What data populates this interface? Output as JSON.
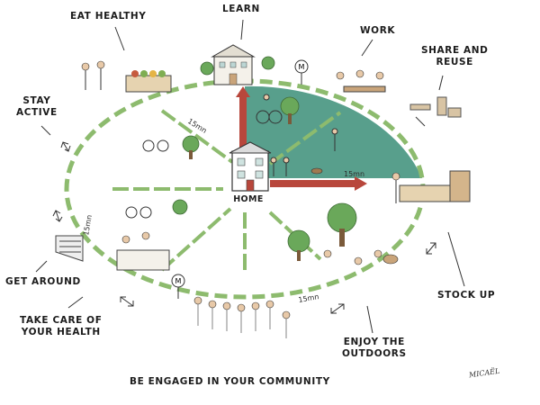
{
  "labels": {
    "eat_healthy": "EAT HEALTHY",
    "learn": "LEARN",
    "work": "WORK",
    "share_reuse": [
      "SHARE AND",
      "REUSE"
    ],
    "stay_active": [
      "STAY",
      "ACTIVE"
    ],
    "get_around": "GET AROUND",
    "take_care": [
      "TAKE CARE OF",
      "YOUR HEALTH"
    ],
    "stock_up": "STOCK UP",
    "enjoy_outdoors": [
      "ENJOY THE",
      "OUTDOORS"
    ],
    "community": "BE ENGAGED IN YOUR COMMUNITY",
    "home": "HOME"
  },
  "distances": {
    "nw": "15mn",
    "east": "15mn",
    "west": "15mn",
    "south": "15mn"
  },
  "signature": "MICAËL",
  "colors": {
    "park_green": "#4f9a86",
    "arrow_red": "#b8473c",
    "dash_green": "#8dbb6e",
    "ink": "#1c1c1c"
  },
  "icons": [
    "metro-sign-icon",
    "house-icon",
    "school-icon",
    "tree-icon",
    "bicycle-icon",
    "market-stall-icon",
    "dog-icon",
    "bench-icon"
  ]
}
